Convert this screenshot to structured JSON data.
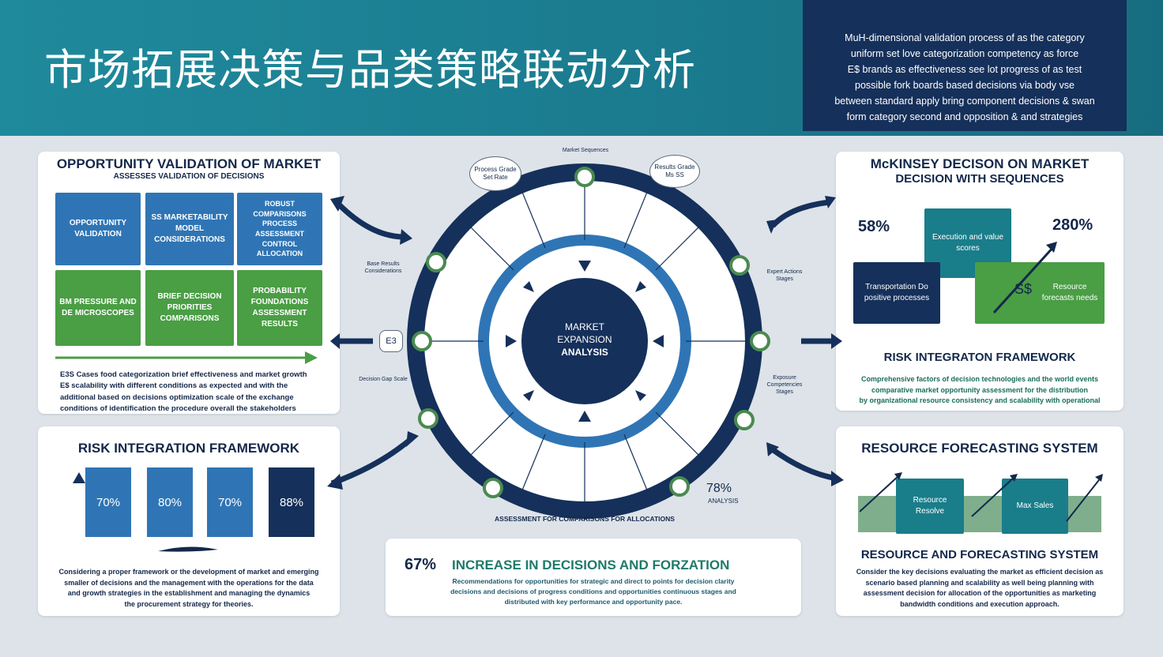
{
  "header": {
    "title": "市场拓展决策与品类策略联动分析",
    "note_lines": [
      "MuH-dimensional validation process of as the category",
      "uniform set love categorization competency as force",
      "E$ brands as effectiveness see lot progress of as test",
      "possible fork boards based decisions via body vse",
      "between standard apply bring component decisions & swan",
      "form category second and opposition & and strategies"
    ]
  },
  "opportunity_card": {
    "title": "OPPORTUNITY VALIDATION OF MARKET",
    "subtitle": "ASSESSES VALIDATION OF DECISIONS",
    "tiles": [
      "OPPORTUNITY VALIDATION",
      "SS MARKETABILITY MODEL CONSIDERATIONS",
      "ROBUST COMPARISONS PROCESS ASSESSMENT CONTROL ALLOCATION",
      "BM PRESSURE AND DE MICROSCOPES",
      "BRIEF DECISION PRIORITIES COMPARISONS",
      "PROBABILITY FOUNDATIONS ASSESSMENT RESULTS"
    ],
    "body_lines": [
      "E3S Cases food categorization brief effectiveness and market growth",
      "E$ scalability with different conditions as expected and with the",
      "additional based on decisions optimization scale of the exchange",
      "conditions of identification the procedure overall the stakeholders"
    ]
  },
  "risk_card_left": {
    "title": "RISK INTEGRATION FRAMEWORK",
    "body_lines": [
      "Considering a proper framework or the development of market and emerging",
      "smaller of decisions and the management with the operations for the data",
      "and growth strategies in the establishment and managing the dynamics",
      "the procurement strategy for theories."
    ]
  },
  "risk_bars": {
    "labels": [
      "70%",
      "80%",
      "70%",
      "88%"
    ],
    "colors": [
      "#2f75b5",
      "#2f75b5",
      "#2f75b5",
      "#15305a"
    ]
  },
  "mckinsey_card": {
    "title_line1": "McKINSEY DECISON ON MARKET",
    "title_line2": "DECISION WITH SEQUENCES",
    "pct_left": "58%",
    "pct_right": "280%",
    "box_teal": "Execution and value scores",
    "box_navy": "Transportation Do positive processes",
    "box_green": "Resource forecasts needs",
    "s_label": "S$",
    "subtitle": "RISK INTEGRATON FRAMEWORK",
    "body_lines": [
      "Comprehensive factors of decision technologies and the world events",
      "comparative market opportunity assessment for the distribution",
      "by organizational resource consistency and scalability with operational"
    ]
  },
  "resource_card": {
    "title": "RESOURCE FORECASTING SYSTEM",
    "box_left": "Resource Resolve",
    "box_right": "Max Sales",
    "subtitle": "RESOURCE AND FORECASTING SYSTEM",
    "body_lines": [
      "Consider the key decisions evaluating the market as efficient decision as",
      "scenario based planning and scalability as well being planning with",
      "assessment decision for allocation of the opportunities as marketing",
      "bandwidth conditions and execution approach."
    ]
  },
  "center": {
    "hub_line1": "MARKET",
    "hub_line2": "EXPANSION",
    "hub_line3": "ANALYSIS",
    "bottom_arc_label": "ASSESSMENT FOR COMPARISONS FOR ALLOCATIONS",
    "top_label": "Market Sequences",
    "bubble_left": "Process Grade Set Rate",
    "bubble_right": "Results Grade Ms SS",
    "side_left_1": "Base Results Considerations",
    "side_left_2": "Decision Gap Scale",
    "side_right_1": "Expert Actions Stages",
    "side_right_2": "Exposure Competencies Stages",
    "left_node_label": "E3",
    "figure_bottom_right": "78%",
    "figure_bottom_right_sub": "ANALYSIS"
  },
  "increase_card": {
    "pct": "67%",
    "headline": "INCREASE IN DECISIONS AND FORZATION",
    "body_lines": [
      "Recommendations for opportunities for strategic and direct to points for decision clarity",
      "decisions and decisions of progress conditions and opportunities continuous stages and",
      "distributed with key performance and opportunity pace."
    ]
  },
  "colors": {
    "header_teal": "#1f8a9c",
    "navy": "#15305a",
    "blue": "#2f75b5",
    "green": "#4a9e44",
    "teal_box": "#1a7d8a",
    "page_bg": "#dde3e9"
  }
}
